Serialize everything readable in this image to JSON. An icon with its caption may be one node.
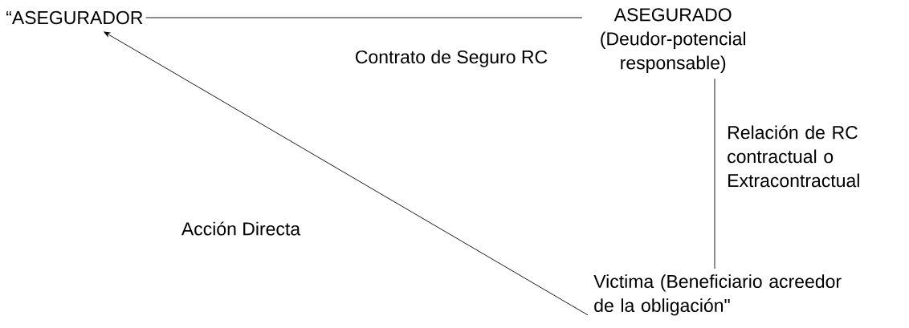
{
  "diagram": {
    "nodes": [
      {
        "text": [
          "“ASEGURADOR"
        ]
      },
      {
        "text": [
          "ASEGURADO",
          "(Deudor-potencial responsable)"
        ]
      },
      {
        "text": [
          "Victima (Beneficiario acreedor de la obligación\""
        ]
      }
    ],
    "edges": [
      {
        "from": 0,
        "to": 1,
        "arrow": "none",
        "label": "Contrato de Seguro RC"
      },
      {
        "from": 1,
        "to": 2,
        "arrow": "none",
        "label": "Relación de RC contractual o Extracontractual"
      },
      {
        "from": 2,
        "to": 0,
        "arrow": "to",
        "label": "Acción Directa"
      }
    ]
  }
}
